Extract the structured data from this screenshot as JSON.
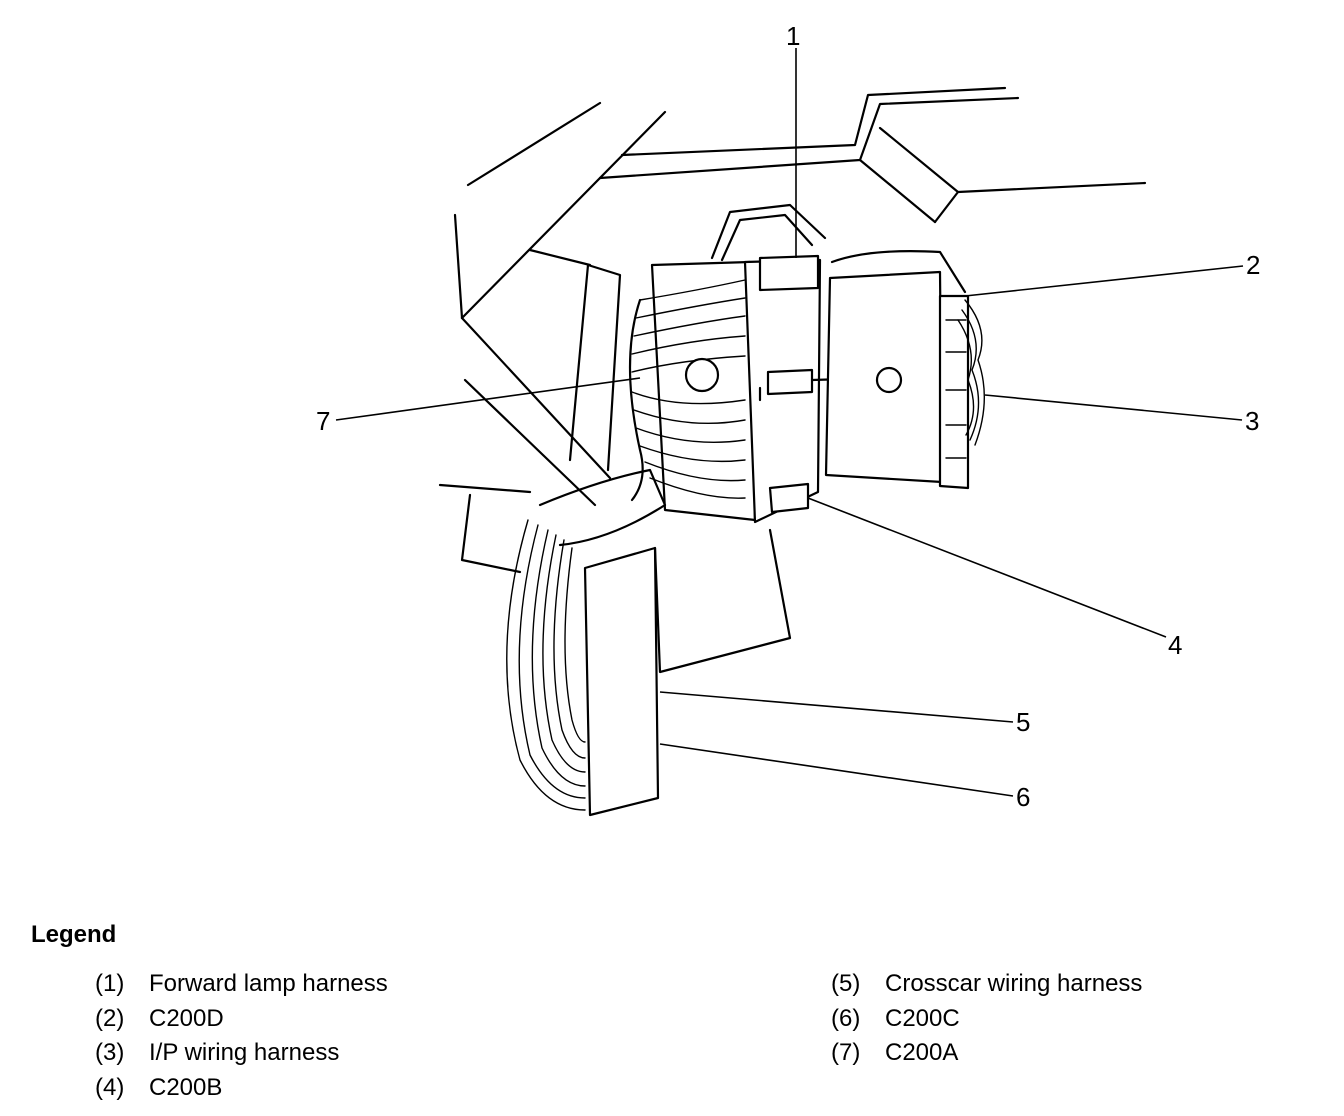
{
  "callouts": [
    "1",
    "2",
    "3",
    "4",
    "5",
    "6",
    "7"
  ],
  "legend": {
    "title": "Legend",
    "items": [
      {
        "num": "(1)",
        "text": "Forward lamp harness"
      },
      {
        "num": "(2)",
        "text": "C200D"
      },
      {
        "num": "(3)",
        "text": "I/P wiring harness"
      },
      {
        "num": "(4)",
        "text": "C200B"
      },
      {
        "num": "(5)",
        "text": "Crosscar wiring harness"
      },
      {
        "num": "(6)",
        "text": "C200C"
      },
      {
        "num": "(7)",
        "text": "C200A"
      }
    ]
  }
}
